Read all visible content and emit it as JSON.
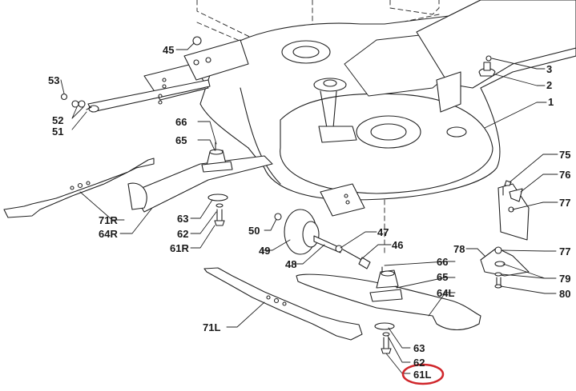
{
  "diagram": {
    "type": "exploded parts diagram",
    "subject": "mower deck assembly",
    "highlight_color": "#d0262b",
    "highlighted_part": "61L",
    "labels": [
      {
        "id": "45",
        "text": "45"
      },
      {
        "id": "53",
        "text": "53"
      },
      {
        "id": "52",
        "text": "52"
      },
      {
        "id": "51",
        "text": "51"
      },
      {
        "id": "66a",
        "text": "66"
      },
      {
        "id": "65a",
        "text": "65"
      },
      {
        "id": "71R",
        "text": "71R"
      },
      {
        "id": "64R",
        "text": "64R"
      },
      {
        "id": "63a",
        "text": "63"
      },
      {
        "id": "62a",
        "text": "62"
      },
      {
        "id": "61R",
        "text": "61R"
      },
      {
        "id": "50",
        "text": "50"
      },
      {
        "id": "49",
        "text": "49"
      },
      {
        "id": "48",
        "text": "48"
      },
      {
        "id": "47",
        "text": "47"
      },
      {
        "id": "46",
        "text": "46"
      },
      {
        "id": "66b",
        "text": "66"
      },
      {
        "id": "65b",
        "text": "65"
      },
      {
        "id": "64L",
        "text": "64L"
      },
      {
        "id": "71L",
        "text": "71L"
      },
      {
        "id": "63b",
        "text": "63"
      },
      {
        "id": "62b",
        "text": "62"
      },
      {
        "id": "61L",
        "text": "61L"
      },
      {
        "id": "3",
        "text": "3"
      },
      {
        "id": "2",
        "text": "2"
      },
      {
        "id": "1",
        "text": "1"
      },
      {
        "id": "75",
        "text": "75"
      },
      {
        "id": "76",
        "text": "76"
      },
      {
        "id": "77a",
        "text": "77"
      },
      {
        "id": "78",
        "text": "78"
      },
      {
        "id": "77b",
        "text": "77"
      },
      {
        "id": "79",
        "text": "79"
      },
      {
        "id": "80",
        "text": "80"
      }
    ]
  }
}
